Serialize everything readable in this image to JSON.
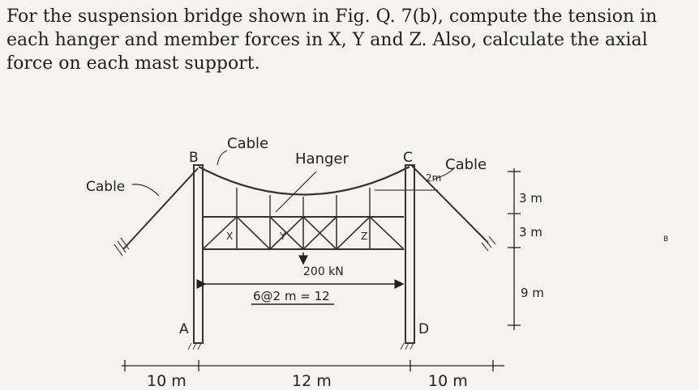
{
  "problem": {
    "lines": [
      "For the suspension bridge shown in Fig. Q. 7(b), compute the tension in",
      "each hanger and member forces in X, Y and Z. Also, calculate the axial",
      "force on each mast support."
    ]
  },
  "figure": {
    "labels": {
      "cable_left": "Cable",
      "cable_top": "Cable",
      "cable_right": "Cable",
      "hanger": "Hanger",
      "point_a": "A",
      "point_b": "B",
      "point_c": "C",
      "point_d": "D",
      "member_x": "X",
      "member_y": "Y",
      "member_z": "Z",
      "load": "200 kN",
      "span": "6@2 m = 12",
      "sag": "2m"
    },
    "dimensions": {
      "bottom": [
        "10 m",
        "12 m",
        "10 m"
      ],
      "right": [
        "3 m",
        "3 m",
        "9 m"
      ]
    },
    "stray_mark": "B"
  }
}
